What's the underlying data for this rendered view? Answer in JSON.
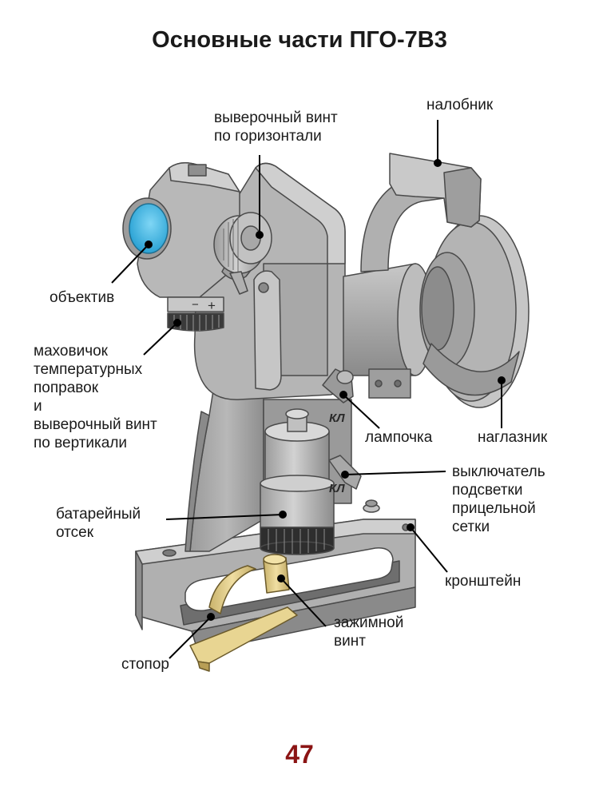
{
  "title": "Основные части ПГО-7В3",
  "page_number": "47",
  "labels": {
    "vertical_screw_top": [
      "выверочный винт",
      "по горизонтали"
    ],
    "browpad": [
      "налобник"
    ],
    "objective": [
      "объектив"
    ],
    "handwheel": [
      "маховичок",
      "температурных",
      "поправок",
      "и",
      "выверочный винт",
      "по вертикали"
    ],
    "lamp": [
      "лампочка"
    ],
    "eyecup": [
      "наглазник"
    ],
    "switch": [
      "выключатель",
      "подсветки",
      "прицельной",
      "сетки"
    ],
    "battery": [
      "батарейный",
      "отсек"
    ],
    "bracket": [
      "кронштейн"
    ],
    "clamp_screw": [
      "зажимной",
      "винт"
    ],
    "stopper": [
      "стопор"
    ]
  },
  "body_marks": {
    "kl_upper": "КЛ",
    "kl_lower": "КЛ",
    "minus": "−",
    "plus": "+"
  },
  "colors": {
    "body": "#a6a6a6",
    "body_light": "#c3c3c3",
    "body_dark": "#7a7a7a",
    "lens": "#3fb8e6",
    "brass": "#e6d08e",
    "accent": "#8b1414"
  }
}
